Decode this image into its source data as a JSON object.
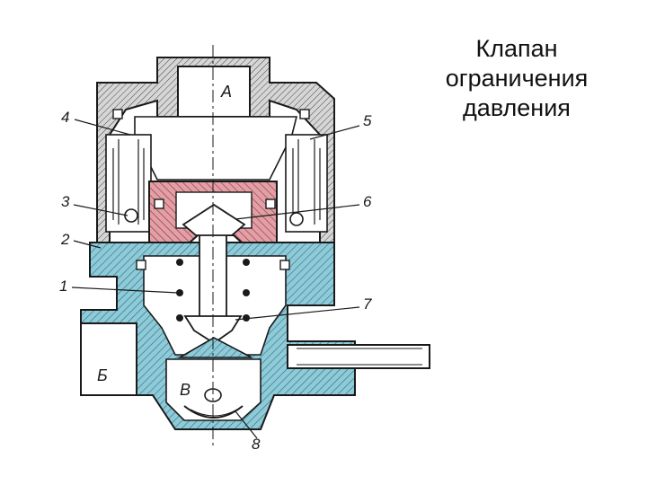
{
  "title": {
    "line1": "Клапан",
    "line2": "ограничения",
    "line3": "давления"
  },
  "labels": {
    "n1": "1",
    "n2": "2",
    "n3": "3",
    "n4": "4",
    "n5": "5",
    "n6": "6",
    "n7": "7",
    "n8": "8",
    "A": "А",
    "B": "Б",
    "V": "В"
  },
  "colors": {
    "body_hatch": "#8ecad8",
    "valve_hatch": "#e2a0a6",
    "line": "#1a1a1a"
  }
}
